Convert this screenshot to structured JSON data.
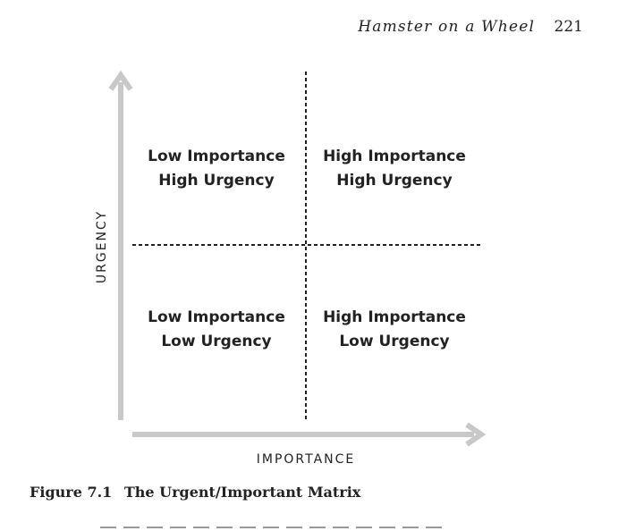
{
  "running_head": {
    "title": "Hamster on a Wheel",
    "page_number": "221"
  },
  "figure": {
    "quadrants": {
      "top_left": {
        "line1": "Low Importance",
        "line2": "High Urgency"
      },
      "top_right": {
        "line1": "High Importance",
        "line2": "High Urgency"
      },
      "bottom_left": {
        "line1": "Low Importance",
        "line2": "Low Urgency"
      },
      "bottom_right": {
        "line1": "High Importance",
        "line2": "Low Urgency"
      }
    },
    "y_axis_label": "URGENCY",
    "x_axis_label": "IMPORTANCE",
    "colors": {
      "axis_arrow": "#c8c8c8",
      "divider": "#222222",
      "text": "#222222"
    }
  },
  "caption": {
    "number": "Figure 7.1",
    "title": "The Urgent/Important Matrix"
  }
}
